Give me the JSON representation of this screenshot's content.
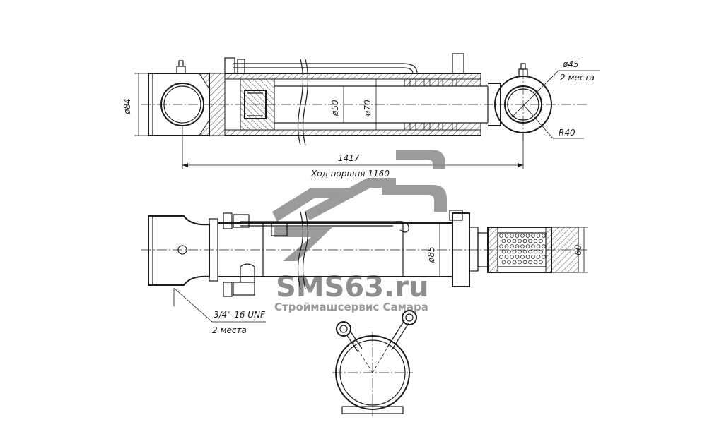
{
  "dimensions": {
    "bore_diameter": "ø84",
    "rod_diameter_inner": "ø50",
    "rod_diameter": "ø70",
    "eye_pin_diameter": "ø45",
    "eye_pin_count": "2 места",
    "eye_radius": "R40",
    "total_length": "1417",
    "stroke": "Ход поршня 1160",
    "body_diameter": "ø85",
    "filter_width": "60",
    "port_thread": "3/4\"-16 UNF",
    "port_count": "2 места"
  },
  "watermark": {
    "brand": "SMS63.ru",
    "tagline": "Строймашсервис Самара",
    "color": "#8e8e8e"
  }
}
